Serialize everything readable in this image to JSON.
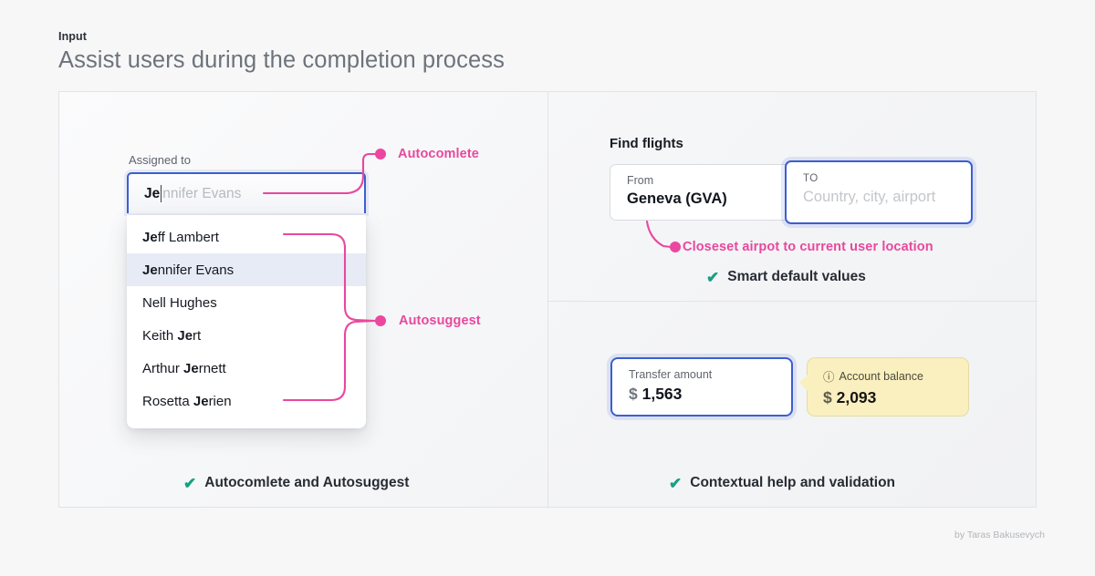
{
  "header": {
    "kicker": "Input",
    "title": "Assist users during the completion process"
  },
  "left_panel": {
    "field_label": "Assigned to",
    "input": {
      "typed": "Je",
      "ghost_completion": "nnifer Evans",
      "full_value": "Jennifer Evans"
    },
    "dropdown": [
      {
        "bold": "Je",
        "rest": "ff Lambert",
        "selected": false
      },
      {
        "bold": "Je",
        "rest": "nnifer Evans",
        "selected": true
      },
      {
        "bold": "",
        "rest": "Nell Hughes",
        "selected": false
      },
      {
        "bold": "",
        "rest": "Keith ",
        "bold2": "Je",
        "rest2": "rt",
        "selected": false
      },
      {
        "bold": "",
        "rest": "Arthur ",
        "bold2": "Je",
        "rest2": "rnett",
        "selected": false
      },
      {
        "bold": "",
        "rest": "Rosetta ",
        "bold2": "Je",
        "rest2": "rien",
        "selected": false
      }
    ],
    "annotations": {
      "autocomplete": "Autocomlete",
      "autosuggest": "Autosuggest"
    },
    "footer_check": "Autocomlete and Autosuggest"
  },
  "right_top_panel": {
    "heading": "Find flights",
    "from_field": {
      "label": "From",
      "value": "Geneva (GVA)"
    },
    "to_field": {
      "label": "TO",
      "placeholder": "Country, city, airport"
    },
    "annotation": "Closeset airpot to current user location",
    "footer_check": "Smart default values"
  },
  "right_bottom_panel": {
    "transfer": {
      "label": "Transfer amount",
      "currency": "$",
      "value": "1,563"
    },
    "balance": {
      "icon": "info-icon",
      "label": "Account balance",
      "currency": "$",
      "value": "2,093"
    },
    "footer_check": "Contextual help and validation"
  },
  "credit": "by Taras Bakusevych",
  "icons": {
    "check": "✔",
    "info": "ⓘ"
  },
  "colors": {
    "pink_annotation": "#e8489e",
    "blue_focus": "#3b5fd0",
    "teal_check": "#16a085",
    "yellow_tooltip": "#faf0bf",
    "selected_row": "#e7ebf6"
  }
}
